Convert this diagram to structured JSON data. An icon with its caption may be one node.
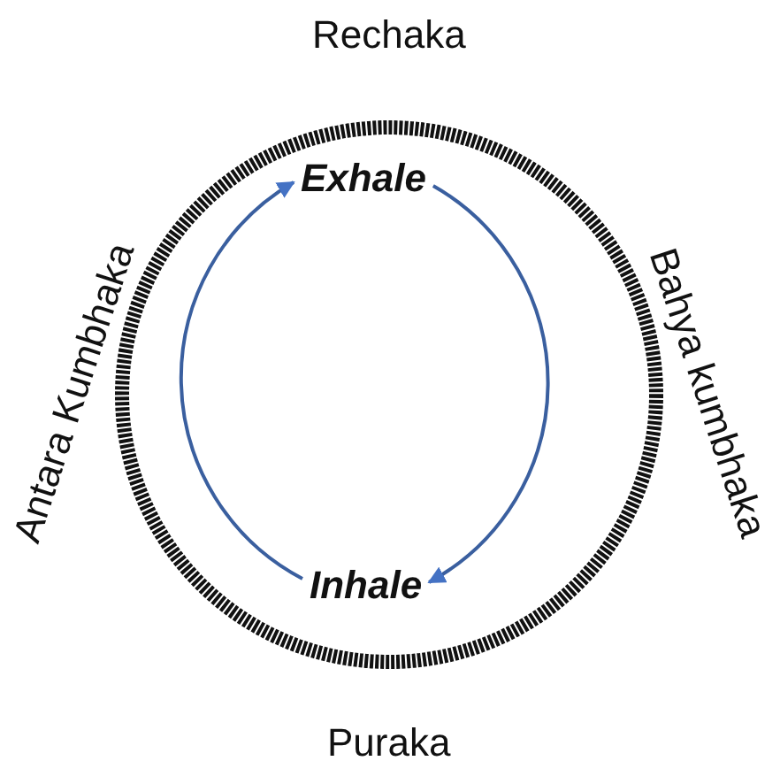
{
  "diagram": {
    "nodes": [
      {
        "text": [],
        "shape": "circle"
      },
      {
        "text": [
          "Exhale"
        ],
        "in": 0
      },
      {
        "text": [
          "Inhale"
        ],
        "in": 0
      }
    ],
    "edges": [
      {
        "from": 1,
        "to": 2,
        "arrow": "to"
      },
      {
        "from": 2,
        "to": 1,
        "arrow": "to"
      }
    ],
    "labels": [
      "Rechaka",
      "Antara Kumbhaka",
      "Bahya kumbhaka",
      "Puraka"
    ]
  }
}
